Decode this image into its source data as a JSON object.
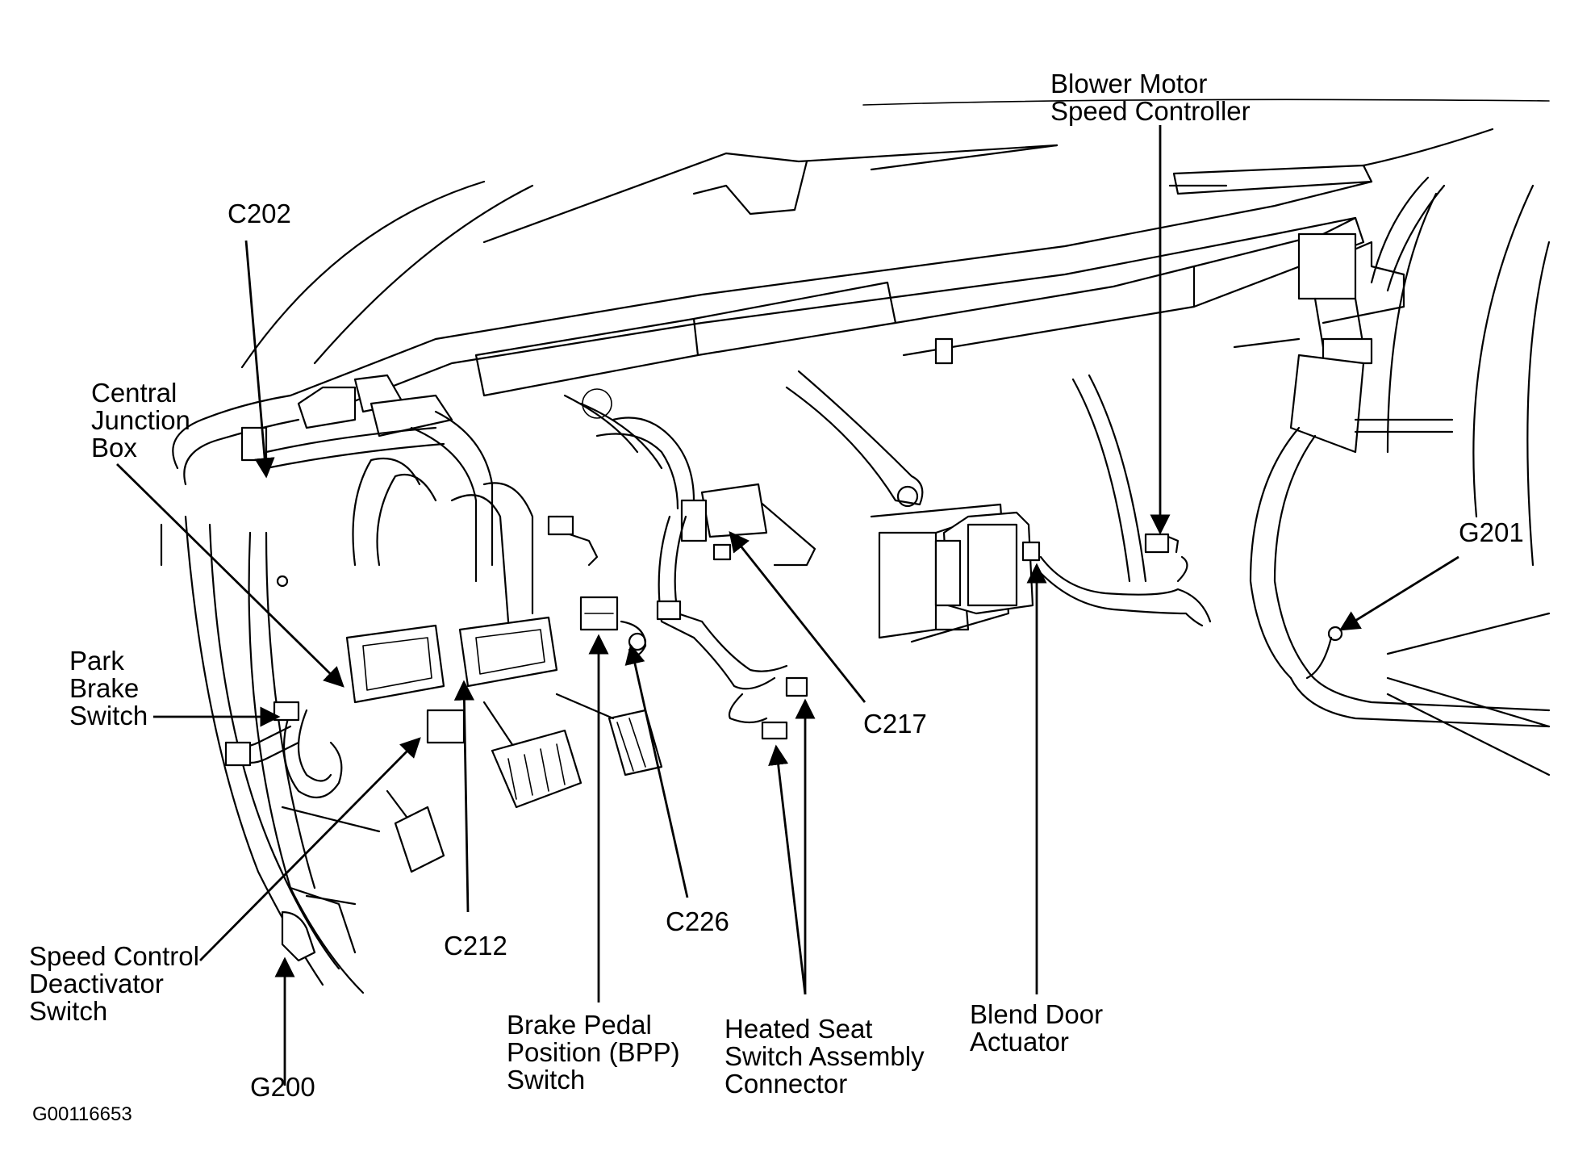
{
  "labels": {
    "c202": "C202",
    "central_junction_box": "Central\nJunction\nBox",
    "park_brake_switch": "Park\nBrake\nSwitch",
    "speed_control_deactivator_switch": "Speed Control\nDeactivator\nSwitch",
    "g200": "G200",
    "c212": "C212",
    "brake_pedal_position_switch": "Brake Pedal\nPosition (BPP)\nSwitch",
    "c226": "C226",
    "heated_seat_switch_assembly_connector": "Heated Seat\nSwitch Assembly\nConnector",
    "c217": "C217",
    "blend_door_actuator": "Blend Door\nActuator",
    "blower_motor_speed_controller": "Blower Motor\nSpeed Controller",
    "g201": "G201"
  },
  "figure_code": "G00116653"
}
